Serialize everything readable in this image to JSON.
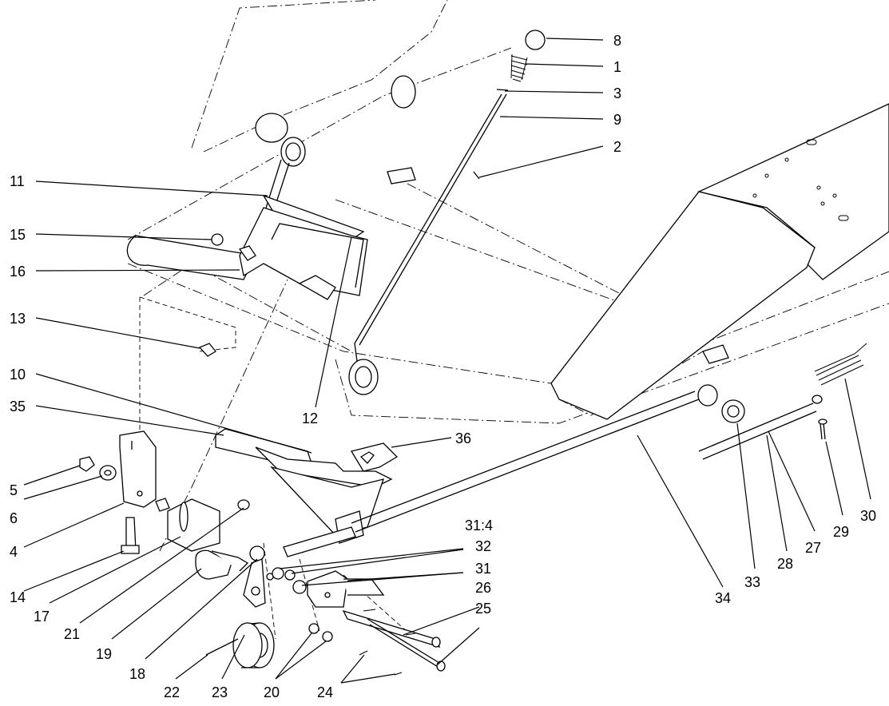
{
  "callouts": [
    {
      "id": "8",
      "text": "8"
    },
    {
      "id": "1",
      "text": "1"
    },
    {
      "id": "3",
      "text": "3"
    },
    {
      "id": "9",
      "text": "9"
    },
    {
      "id": "2",
      "text": "2"
    },
    {
      "id": "11",
      "text": "11"
    },
    {
      "id": "15",
      "text": "15"
    },
    {
      "id": "16",
      "text": "16"
    },
    {
      "id": "13",
      "text": "13"
    },
    {
      "id": "10",
      "text": "10"
    },
    {
      "id": "12",
      "text": "12"
    },
    {
      "id": "35",
      "text": "35"
    },
    {
      "id": "36",
      "text": "36"
    },
    {
      "id": "5",
      "text": "5"
    },
    {
      "id": "6",
      "text": "6"
    },
    {
      "id": "4",
      "text": "4"
    },
    {
      "id": "14",
      "text": "14"
    },
    {
      "id": "17",
      "text": "17"
    },
    {
      "id": "21",
      "text": "21"
    },
    {
      "id": "19",
      "text": "19"
    },
    {
      "id": "18",
      "text": "18"
    },
    {
      "id": "31:4",
      "text": "31:4"
    },
    {
      "id": "32",
      "text": "32"
    },
    {
      "id": "31",
      "text": "31"
    },
    {
      "id": "26",
      "text": "26"
    },
    {
      "id": "25",
      "text": "25"
    },
    {
      "id": "22",
      "text": "22"
    },
    {
      "id": "23",
      "text": "23"
    },
    {
      "id": "20",
      "text": "20"
    },
    {
      "id": "24",
      "text": "24"
    },
    {
      "id": "34",
      "text": "34"
    },
    {
      "id": "33",
      "text": "33"
    },
    {
      "id": "28",
      "text": "28"
    },
    {
      "id": "27",
      "text": "27"
    },
    {
      "id": "29",
      "text": "29"
    },
    {
      "id": "30",
      "text": "30"
    }
  ]
}
